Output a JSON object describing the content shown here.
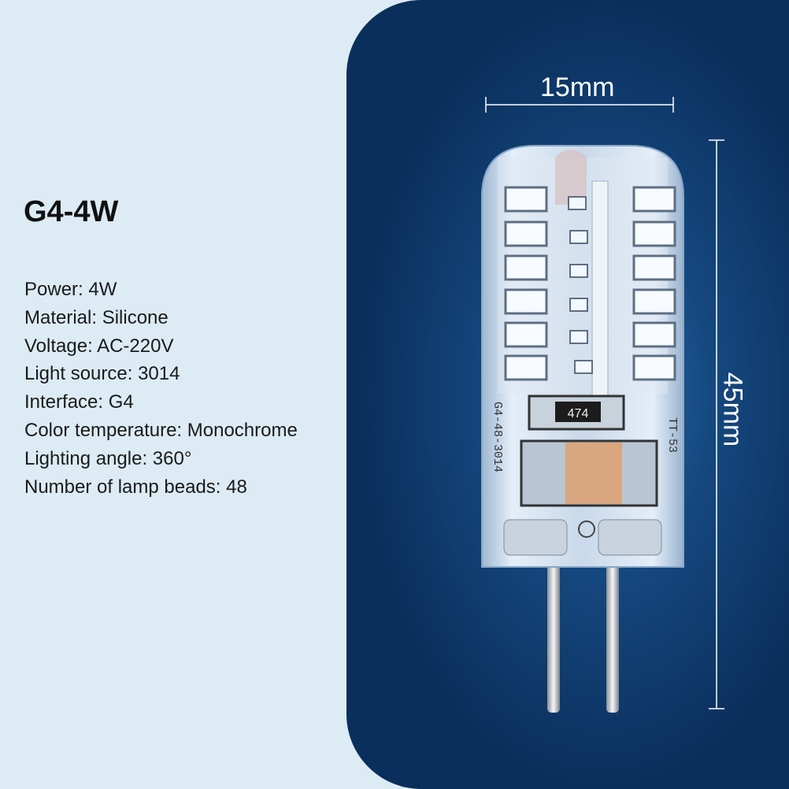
{
  "product": {
    "title": "G4-4W",
    "specs": [
      "Power: 4W",
      "Material: Silicone",
      "Voltage: AC-220V",
      "Light source: 3014",
      "Interface: G4",
      "Color temperature: Monochrome",
      "Lighting angle: 360°",
      "Number of lamp beads: 48"
    ]
  },
  "dimensions": {
    "width_label": "15mm",
    "height_label": "45mm"
  },
  "bulb_markings": {
    "resistor_code": "474",
    "pcb_left": "G4-48-3014",
    "pcb_right": "TT-53"
  },
  "colors": {
    "left_background": "#dcebf4",
    "panel": "#15487f"
  }
}
